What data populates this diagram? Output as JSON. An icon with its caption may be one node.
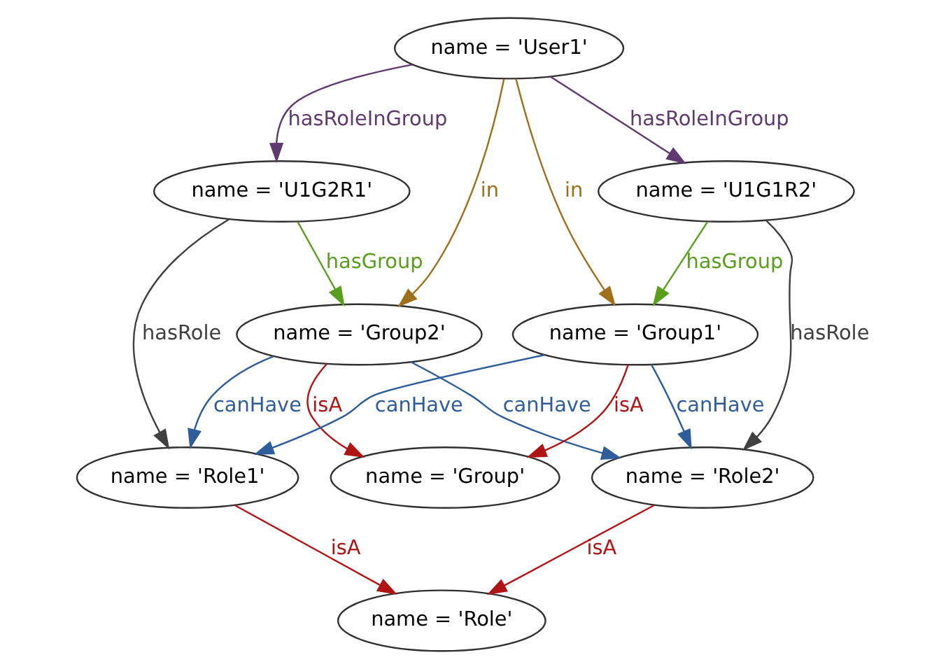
{
  "diagram": {
    "nodes": [
      {
        "text": [
          "name = 'User1'"
        ]
      },
      {
        "text": [
          "name = 'U1G2R1'"
        ]
      },
      {
        "text": [
          "name = 'U1G1R2'"
        ]
      },
      {
        "text": [
          "name = 'Group2'"
        ]
      },
      {
        "text": [
          "name = 'Group1'"
        ]
      },
      {
        "text": [
          "name = 'Role1'"
        ]
      },
      {
        "text": [
          "name = 'Group'"
        ]
      },
      {
        "text": [
          "name = 'Role2'"
        ]
      },
      {
        "text": [
          "name = 'Role'"
        ]
      }
    ],
    "edges": [
      {
        "from": 0,
        "to": 1,
        "arrow": "to",
        "label": "hasRoleInGroup",
        "color": "#5e3a6e"
      },
      {
        "from": 0,
        "to": 2,
        "arrow": "to",
        "label": "hasRoleInGroup",
        "color": "#5e3a6e"
      },
      {
        "from": 0,
        "to": 3,
        "arrow": "to",
        "label": "in",
        "color": "#a06f1c"
      },
      {
        "from": 0,
        "to": 4,
        "arrow": "to",
        "label": "in",
        "color": "#a06f1c"
      },
      {
        "from": 1,
        "to": 3,
        "arrow": "to",
        "label": "hasGroup",
        "color": "#5a9e1e"
      },
      {
        "from": 2,
        "to": 4,
        "arrow": "to",
        "label": "hasGroup",
        "color": "#5a9e1e"
      },
      {
        "from": 1,
        "to": 5,
        "arrow": "to",
        "label": "hasRole",
        "color": "#404040"
      },
      {
        "from": 2,
        "to": 7,
        "arrow": "to",
        "label": "hasRole",
        "color": "#404040"
      },
      {
        "from": 3,
        "to": 5,
        "arrow": "to",
        "label": "canHave",
        "color": "#2f5d9c"
      },
      {
        "from": 3,
        "to": 6,
        "arrow": "to",
        "label": "isA",
        "color": "#b01414"
      },
      {
        "from": 3,
        "to": 7,
        "arrow": "to",
        "label": "canHave",
        "color": "#2f5d9c"
      },
      {
        "from": 4,
        "to": 5,
        "arrow": "to",
        "label": "canHave",
        "color": "#2f5d9c"
      },
      {
        "from": 4,
        "to": 6,
        "arrow": "to",
        "label": "isA",
        "color": "#b01414"
      },
      {
        "from": 4,
        "to": 7,
        "arrow": "to",
        "label": "canHave",
        "color": "#2f5d9c"
      },
      {
        "from": 5,
        "to": 8,
        "arrow": "to",
        "label": "isA",
        "color": "#b01414"
      },
      {
        "from": 7,
        "to": 8,
        "arrow": "to",
        "label": "isA",
        "color": "#b01414"
      }
    ]
  }
}
